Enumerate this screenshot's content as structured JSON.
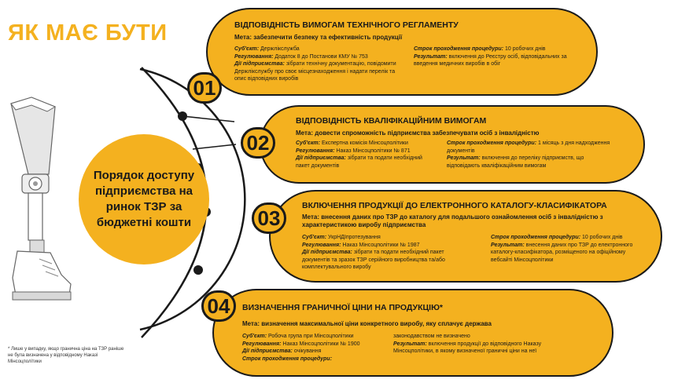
{
  "title": "ЯК МАЄ БУТИ",
  "center_text": "Порядок доступу підприємства на ринок ТЗР за бюджетні кошти",
  "footnote": "* Лише у випадку, якщо гранична ціна на ТЗР раніше не була визначена у відповідному Наказі Мінсоцполітики",
  "steps": [
    {
      "number": "01",
      "heading": "ВІДПОВІДНІСТЬ ВИМОГАМ ТЕХНІЧНОГО РЕГЛАМЕНТУ",
      "goal": "Мета: забезпечити безпеку та ефективність продукції",
      "left": [
        {
          "label": "Суб'єкт:",
          "value": " Держлікслужба"
        },
        {
          "label": "Регулювання:",
          "value": " Додаток 8 до Постанови КМУ № 753"
        },
        {
          "label": "Дії підприємства:",
          "value": " зібрати технічну документацію, повідомити Держлікслужбу про своє місцезнаходження і надати перелік та опис відповідних виробів"
        }
      ],
      "right": [
        {
          "label": "Строк проходження процедури:",
          "value": " 10 робочих днів"
        },
        {
          "label": "Результат:",
          "value": " включення до Реєстру осіб, відповідальних за введення медичних виробів в обіг"
        }
      ]
    },
    {
      "number": "02",
      "heading": "ВІДПОВІДНІСТЬ КВАЛІФІКАЦІЙНИМ ВИМОГАМ",
      "goal": "Мета: довести спроможність підприємства забезпечувати осіб з інвалідністю",
      "left": [
        {
          "label": "Суб'єкт:",
          "value": " Експертна комісія Мінсоцполітики"
        },
        {
          "label": "Регулювання:",
          "value": " Наказ Мінсоцполітики № 871"
        },
        {
          "label": "Дії підприємства:",
          "value": " зібрати та подати необхідний пакет документів"
        }
      ],
      "right": [
        {
          "label": "Строк проходження процедури:",
          "value": " 1 місяць з дня надходження документів"
        },
        {
          "label": "Результат:",
          "value": " включення до переліку підприємств, що відповідають кваліфікаційним вимогам"
        }
      ]
    },
    {
      "number": "03",
      "heading": "ВКЛЮЧЕННЯ ПРОДУКЦІЇ ДО ЕЛЕКТРОННОГО КАТАЛОГУ-КЛАСИФІКАТОРА",
      "goal": "Мета: внесення даних про ТЗР до каталогу для подальшого ознайомлення осіб з інвалідністю з характеристикою виробу підприємства",
      "left": [
        {
          "label": "Суб'єкт:",
          "value": " УкрНДІпротезування"
        },
        {
          "label": "Регулювання:",
          "value": " Наказ Мінсоцполітики № 1987"
        },
        {
          "label": "Дії підприємства:",
          "value": " зібрати та подати необхідний пакет документів та зразок ТЗР серійного виробництва та/або комплектувального виробу"
        }
      ],
      "right": [
        {
          "label": "Строк проходження процедури:",
          "value": " 10 робочих днів"
        },
        {
          "label": "Результат:",
          "value": " внесення даних про ТЗР до електронного каталогу-класифікатора, розміщеного на офіційному вебсайті Мінсоцполітики"
        }
      ]
    },
    {
      "number": "04",
      "heading": "ВИЗНАЧЕННЯ ГРАНИЧНОЇ ЦІНИ НА ПРОДУКЦІЮ*",
      "goal": "Мета: визначення максимальної ціни конкретного виробу, яку сплачує держава",
      "left": [
        {
          "label": "Суб'єкт:",
          "value": " Робоча група при Мінсоцполітики"
        },
        {
          "label": "Регулювання:",
          "value": " Наказ Мінсоцполітики № 1900"
        },
        {
          "label": "Дії підприємства:",
          "value": " очікування"
        },
        {
          "label": "Строк проходження процедури:",
          "value": ""
        }
      ],
      "right": [
        {
          "label": "",
          "value": "законодавством не визначено"
        },
        {
          "label": "Результат:",
          "value": " включення продукції до відповідного Наказу Мінсоцполітики, в якому визначеної граничні ціни на неї"
        }
      ]
    }
  ]
}
